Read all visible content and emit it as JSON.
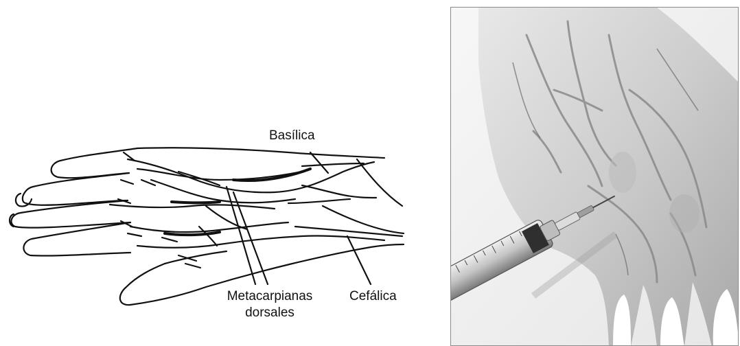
{
  "diagram": {
    "labels": {
      "basilica": "Basílica",
      "metacarpianas_line1": "Metacarpianas",
      "metacarpianas_line2": "dorsales",
      "cefalica": "Cefálica"
    }
  },
  "illustration": {
    "subject": "hand-injection-illustration",
    "colors": {
      "skin_light": "#efefef",
      "skin_mid": "#cfcfcf",
      "skin_dark": "#9a9a9a",
      "vein": "#7d7d7d",
      "syringe_barrel": "#d9d9d9",
      "syringe_dark": "#3a3a3a"
    }
  }
}
